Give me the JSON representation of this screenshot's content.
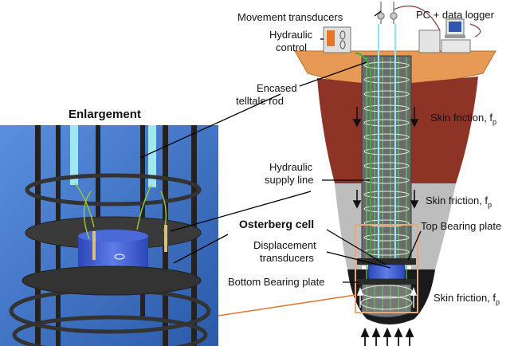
{
  "labels": {
    "movement_transducers": "Movement transducers",
    "pc_data_logger": "PC + data logger",
    "hydraulic_control_line1": "Hydraulic",
    "hydraulic_control_line2": "control",
    "encased_line1": "Encased",
    "encased_line2": "telltale rod",
    "enlargement": "Enlargement",
    "hydraulic_supply_line1": "Hydraulic",
    "hydraulic_supply_line2": "supply line",
    "osterberg_cell": "Osterberg cell",
    "displacement_line1": "Displacement",
    "displacement_line2": "transducers",
    "top_bearing_plate": "Top Bearing plate",
    "bottom_bearing_plate": "Bottom Bearing plate",
    "skin_friction_1": "Skin friction, f",
    "skin_friction_2": "Skin friction, f",
    "skin_friction_3": "Skin friction, f",
    "subscript_p": "p"
  },
  "colors": {
    "soil_red": "#8e3426",
    "soil_gray": "#bdbdbd",
    "soil_dark": "#1a1a1a",
    "ground_orange": "#e69a55",
    "pile_gray": "#6b6b6b",
    "cage_green": "#4caf50",
    "photo_blue": "#3b72c6",
    "osterberg_blue": "#3a5bd0",
    "highlight_orange": "#e8a878"
  }
}
